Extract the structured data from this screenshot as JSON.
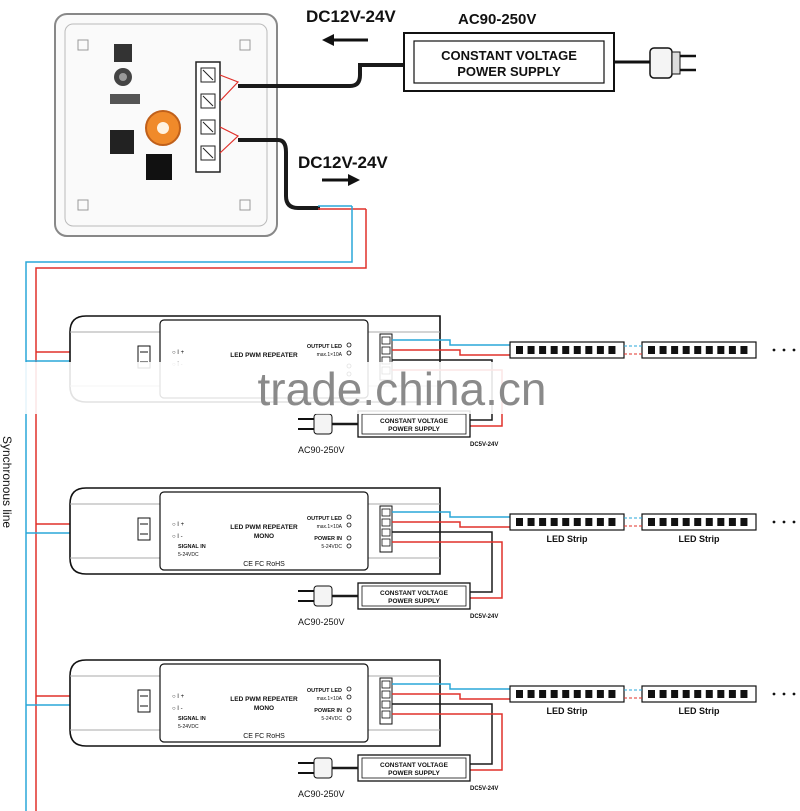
{
  "top": {
    "dc_left": "DC12V-24V",
    "ac_label": "AC90-250V",
    "psu_line1": "CONSTANT VOLTAGE",
    "psu_line2": "POWER SUPPLY",
    "dc_right": "DC12V-24V"
  },
  "sync_label": "Synchronous line",
  "watermark": "trade.china.cn",
  "repeaters": [
    {
      "title": "LED PWM REPEATER",
      "subtitle": "",
      "output_led": "OUTPUT LED",
      "output_rating": "max.1×10A",
      "power_in": "",
      "power_rating": "",
      "signal_in": "",
      "signal_range": "",
      "cert": "",
      "psu_line1": "CONSTANT VOLTAGE",
      "psu_line2": "POWER SUPPLY",
      "ac": "AC90-250V",
      "dc": "DC5V-24V",
      "strip1": "",
      "strip2": ""
    },
    {
      "title": "LED PWM REPEATER",
      "subtitle": "MONO",
      "output_led": "OUTPUT LED",
      "output_rating": "max.1×10A",
      "power_in": "POWER IN",
      "power_rating": "5-24VDC",
      "signal_in": "SIGNAL IN",
      "signal_range": "5-24VDC",
      "cert": "CE FC RoHS",
      "psu_line1": "CONSTANT VOLTAGE",
      "psu_line2": "POWER SUPPLY",
      "ac": "AC90-250V",
      "dc": "DC5V-24V",
      "strip1": "LED Strip",
      "strip2": "LED Strip"
    },
    {
      "title": "LED PWM REPEATER",
      "subtitle": "MONO",
      "output_led": "OUTPUT LED",
      "output_rating": "max.1×10A",
      "power_in": "POWER IN",
      "power_rating": "5-24VDC",
      "signal_in": "SIGNAL IN",
      "signal_range": "5-24VDC",
      "cert": "CE FC RoHS",
      "psu_line1": "CONSTANT VOLTAGE",
      "psu_line2": "POWER SUPPLY",
      "ac": "AC90-250V",
      "dc": "DC5V-24V",
      "strip1": "LED Strip",
      "strip2": "LED Strip"
    }
  ],
  "colors": {
    "red_wire": "#e0302a",
    "blue_wire": "#2aa7d8",
    "black_wire": "#1a1a1a",
    "board_orange": "#f08a2a"
  }
}
